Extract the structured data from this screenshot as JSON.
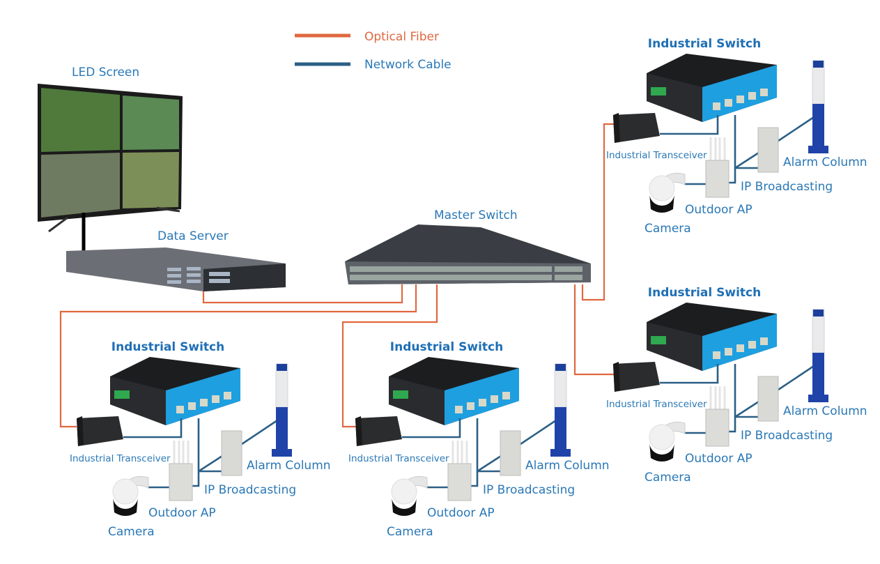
{
  "legend": {
    "fiber_label": "Optical Fiber",
    "cable_label": "Network Cable",
    "fiber_color": "#E0683F",
    "cable_color": "#2B5F86"
  },
  "devices": {
    "led_screen": "LED Screen",
    "data_server": "Data Server",
    "master_switch": "Master Switch"
  },
  "clusters": [
    {
      "title": "Industrial Switch",
      "transceiver": "Industrial Transceiver",
      "alarm": "Alarm Column",
      "broadcast": "IP Broadcasting",
      "ap": "Outdoor AP",
      "camera": "Camera"
    },
    {
      "title": "Industrial Switch",
      "transceiver": "Industrial Transceiver",
      "alarm": "Alarm Column",
      "broadcast": "IP Broadcasting",
      "ap": "Outdoor AP",
      "camera": "Camera"
    },
    {
      "title": "Industrial Switch",
      "transceiver": "Industrial Transceiver",
      "alarm": "Alarm Column",
      "broadcast": "IP Broadcasting",
      "ap": "Outdoor AP",
      "camera": "Camera"
    },
    {
      "title": "Industrial Switch",
      "transceiver": "Industrial Transceiver",
      "alarm": "Alarm Column",
      "broadcast": "IP Broadcasting",
      "ap": "Outdoor AP",
      "camera": "Camera"
    }
  ]
}
